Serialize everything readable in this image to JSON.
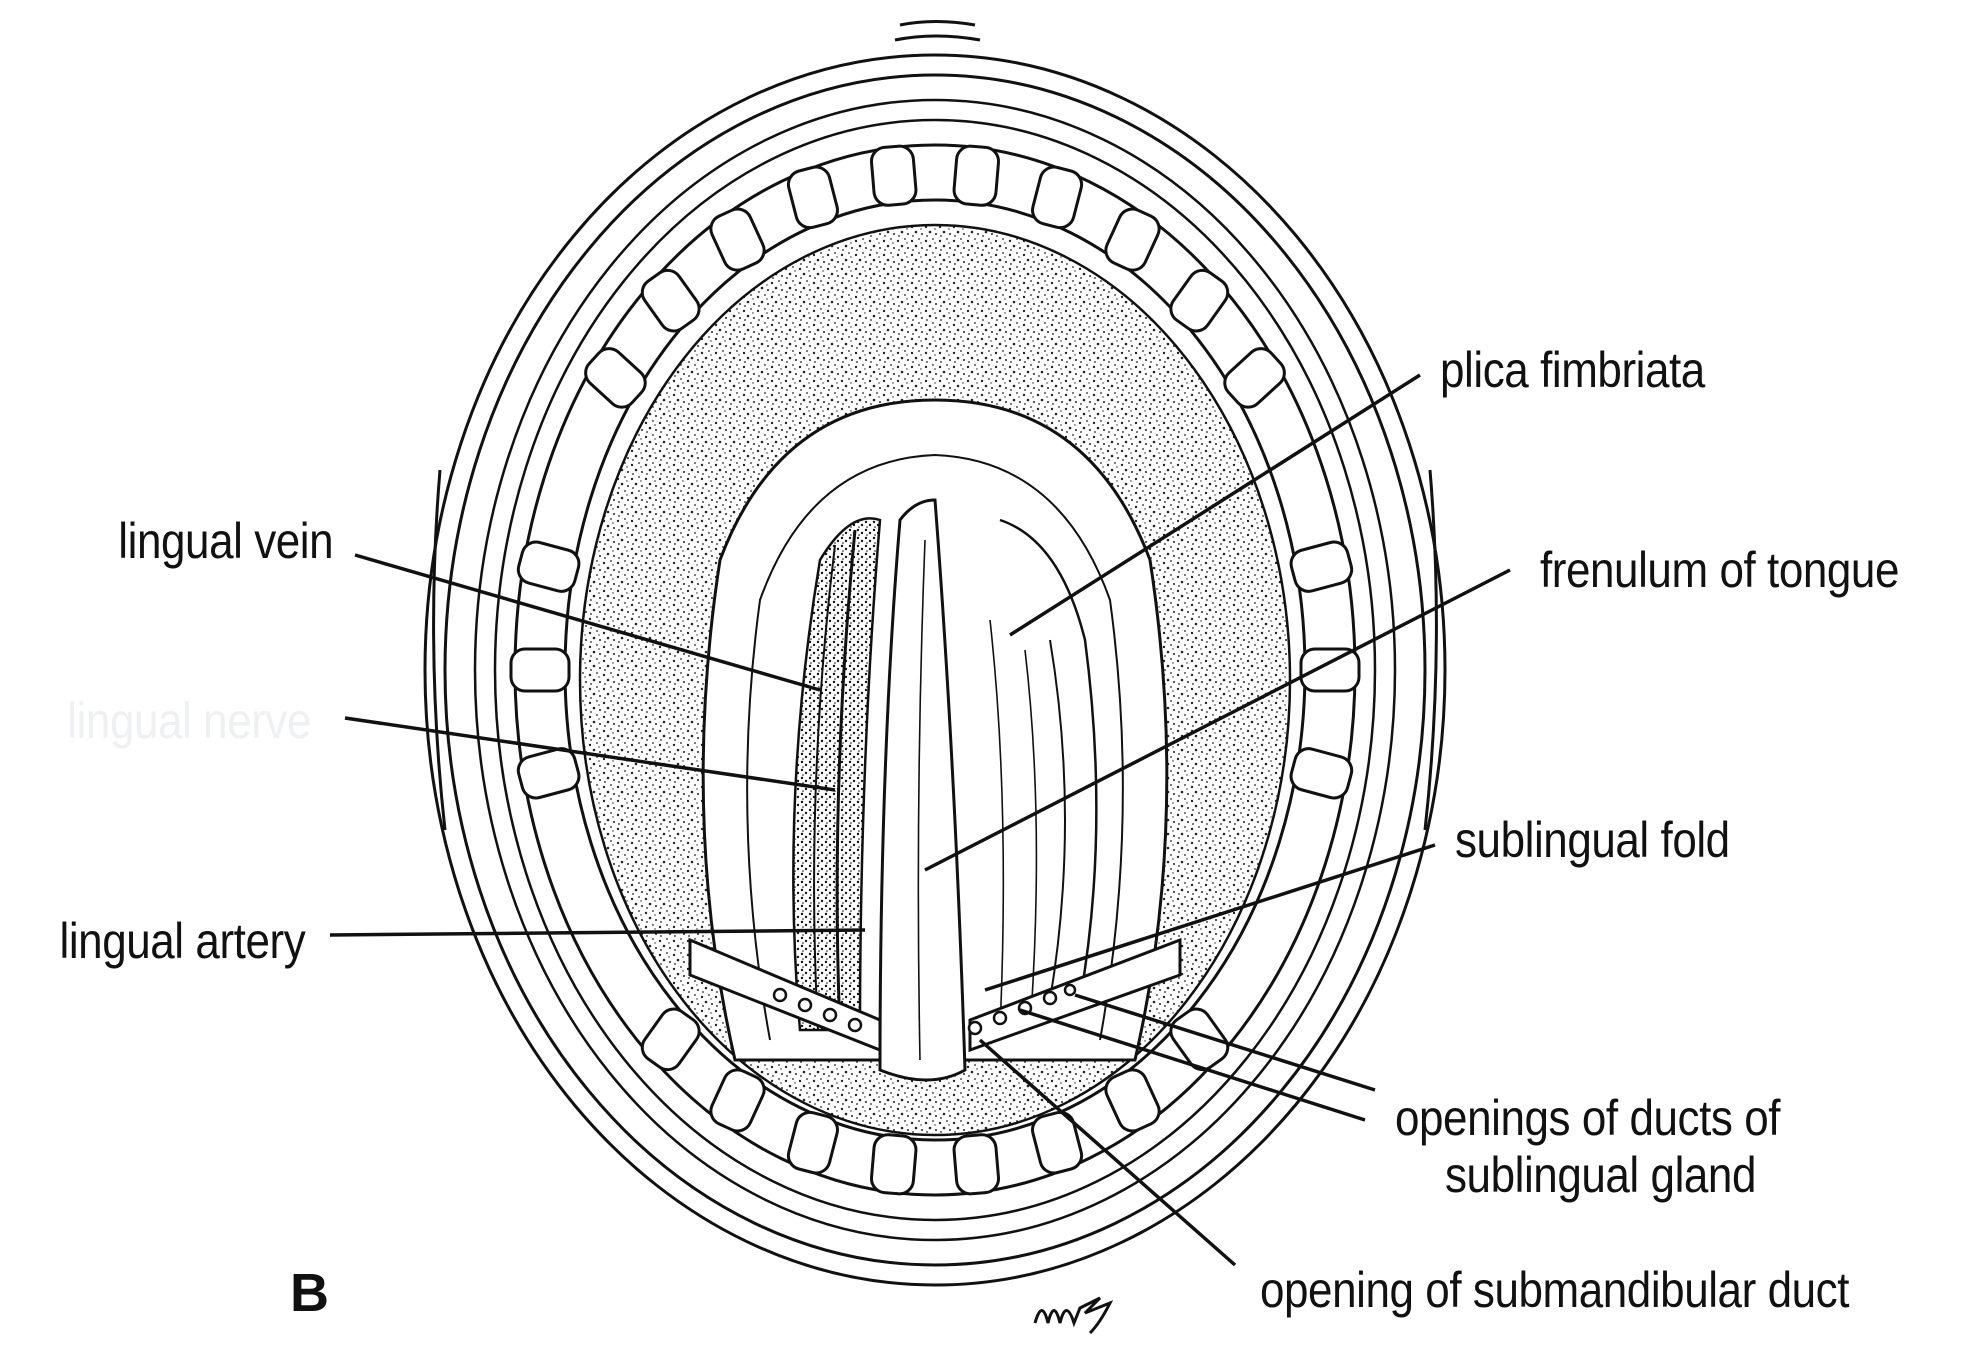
{
  "figure": {
    "panel_letter": "B",
    "signature": "mz",
    "labels": {
      "lingual_vein": "lingual vein",
      "lingual_nerve": "lingual nerve",
      "lingual_artery": "lingual artery",
      "plica_fimbriata": "plica fimbriata",
      "frenulum_of_tongue": "frenulum of tongue",
      "sublingual_fold": "sublingual fold",
      "openings_sublingual_line1": "openings of ducts of",
      "openings_sublingual_line2": "sublingual gland",
      "opening_submandibular": "opening of submandibular duct"
    }
  }
}
